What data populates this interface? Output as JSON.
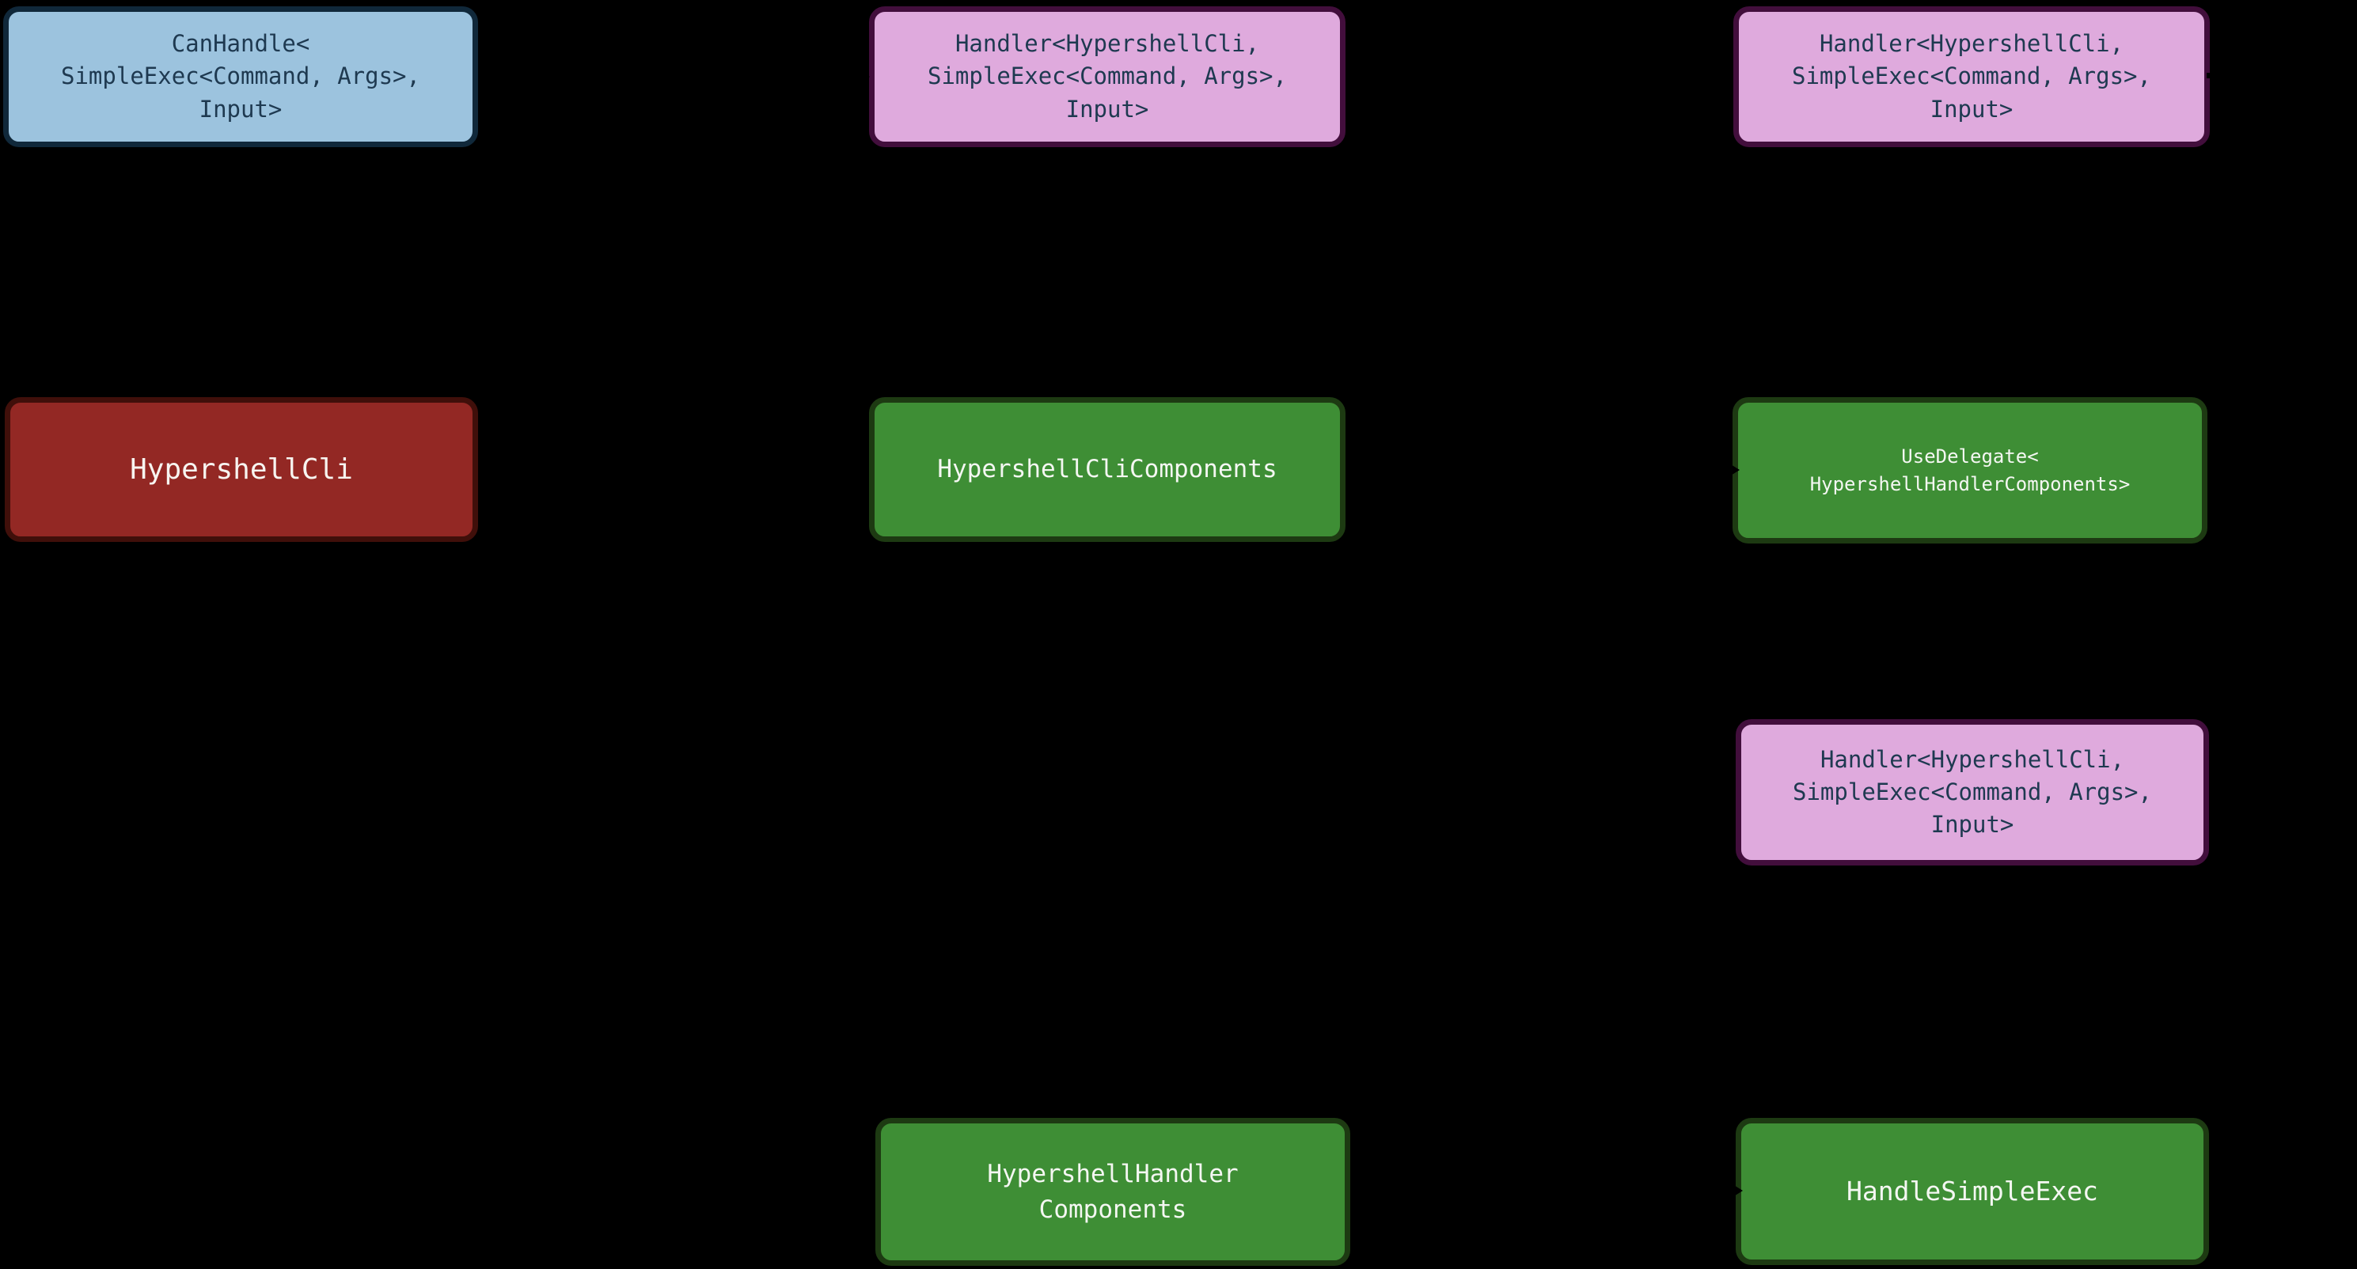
{
  "diagram": {
    "background": "#000000",
    "palette": {
      "blue": {
        "fill": "#9cc3de",
        "border": "#10283a",
        "text": "#1e3950"
      },
      "pink": {
        "fill": "#dfaadd",
        "border": "#420e3c",
        "text": "#1e3950"
      },
      "red": {
        "fill": "#932824",
        "border": "#400f0a",
        "text": "#f7f4f0"
      },
      "green": {
        "fill": "#3e8e35",
        "border": "#1d3a12",
        "text": "#f4f7f2"
      }
    },
    "nodes": [
      {
        "id": "canhandle-simpleexec",
        "kind": "blue",
        "label": "CanHandle<\nSimpleExec<Command, Args>,\nInput>"
      },
      {
        "id": "handler-top-center",
        "kind": "pink",
        "label": "Handler<HypershellCli,\nSimpleExec<Command, Args>,\nInput>"
      },
      {
        "id": "handler-top-right",
        "kind": "pink",
        "label": "Handler<HypershellCli,\nSimpleExec<Command, Args>,\nInput>"
      },
      {
        "id": "hypershellcli",
        "kind": "red",
        "label": "HypershellCli"
      },
      {
        "id": "hypershellclicomponents",
        "kind": "green",
        "label": "HypershellCliComponents"
      },
      {
        "id": "usedelegate",
        "kind": "green",
        "label": "UseDelegate<\nHypershellHandlerComponents>"
      },
      {
        "id": "handler-middle-right",
        "kind": "pink",
        "label": "Handler<HypershellCli,\nSimpleExec<Command, Args>,\nInput>"
      },
      {
        "id": "hypershellhandlercomponents",
        "kind": "green",
        "label": "HypershellHandler\nComponents"
      },
      {
        "id": "handlesimpleexec",
        "kind": "green",
        "label": "HandleSimpleExec"
      }
    ]
  }
}
